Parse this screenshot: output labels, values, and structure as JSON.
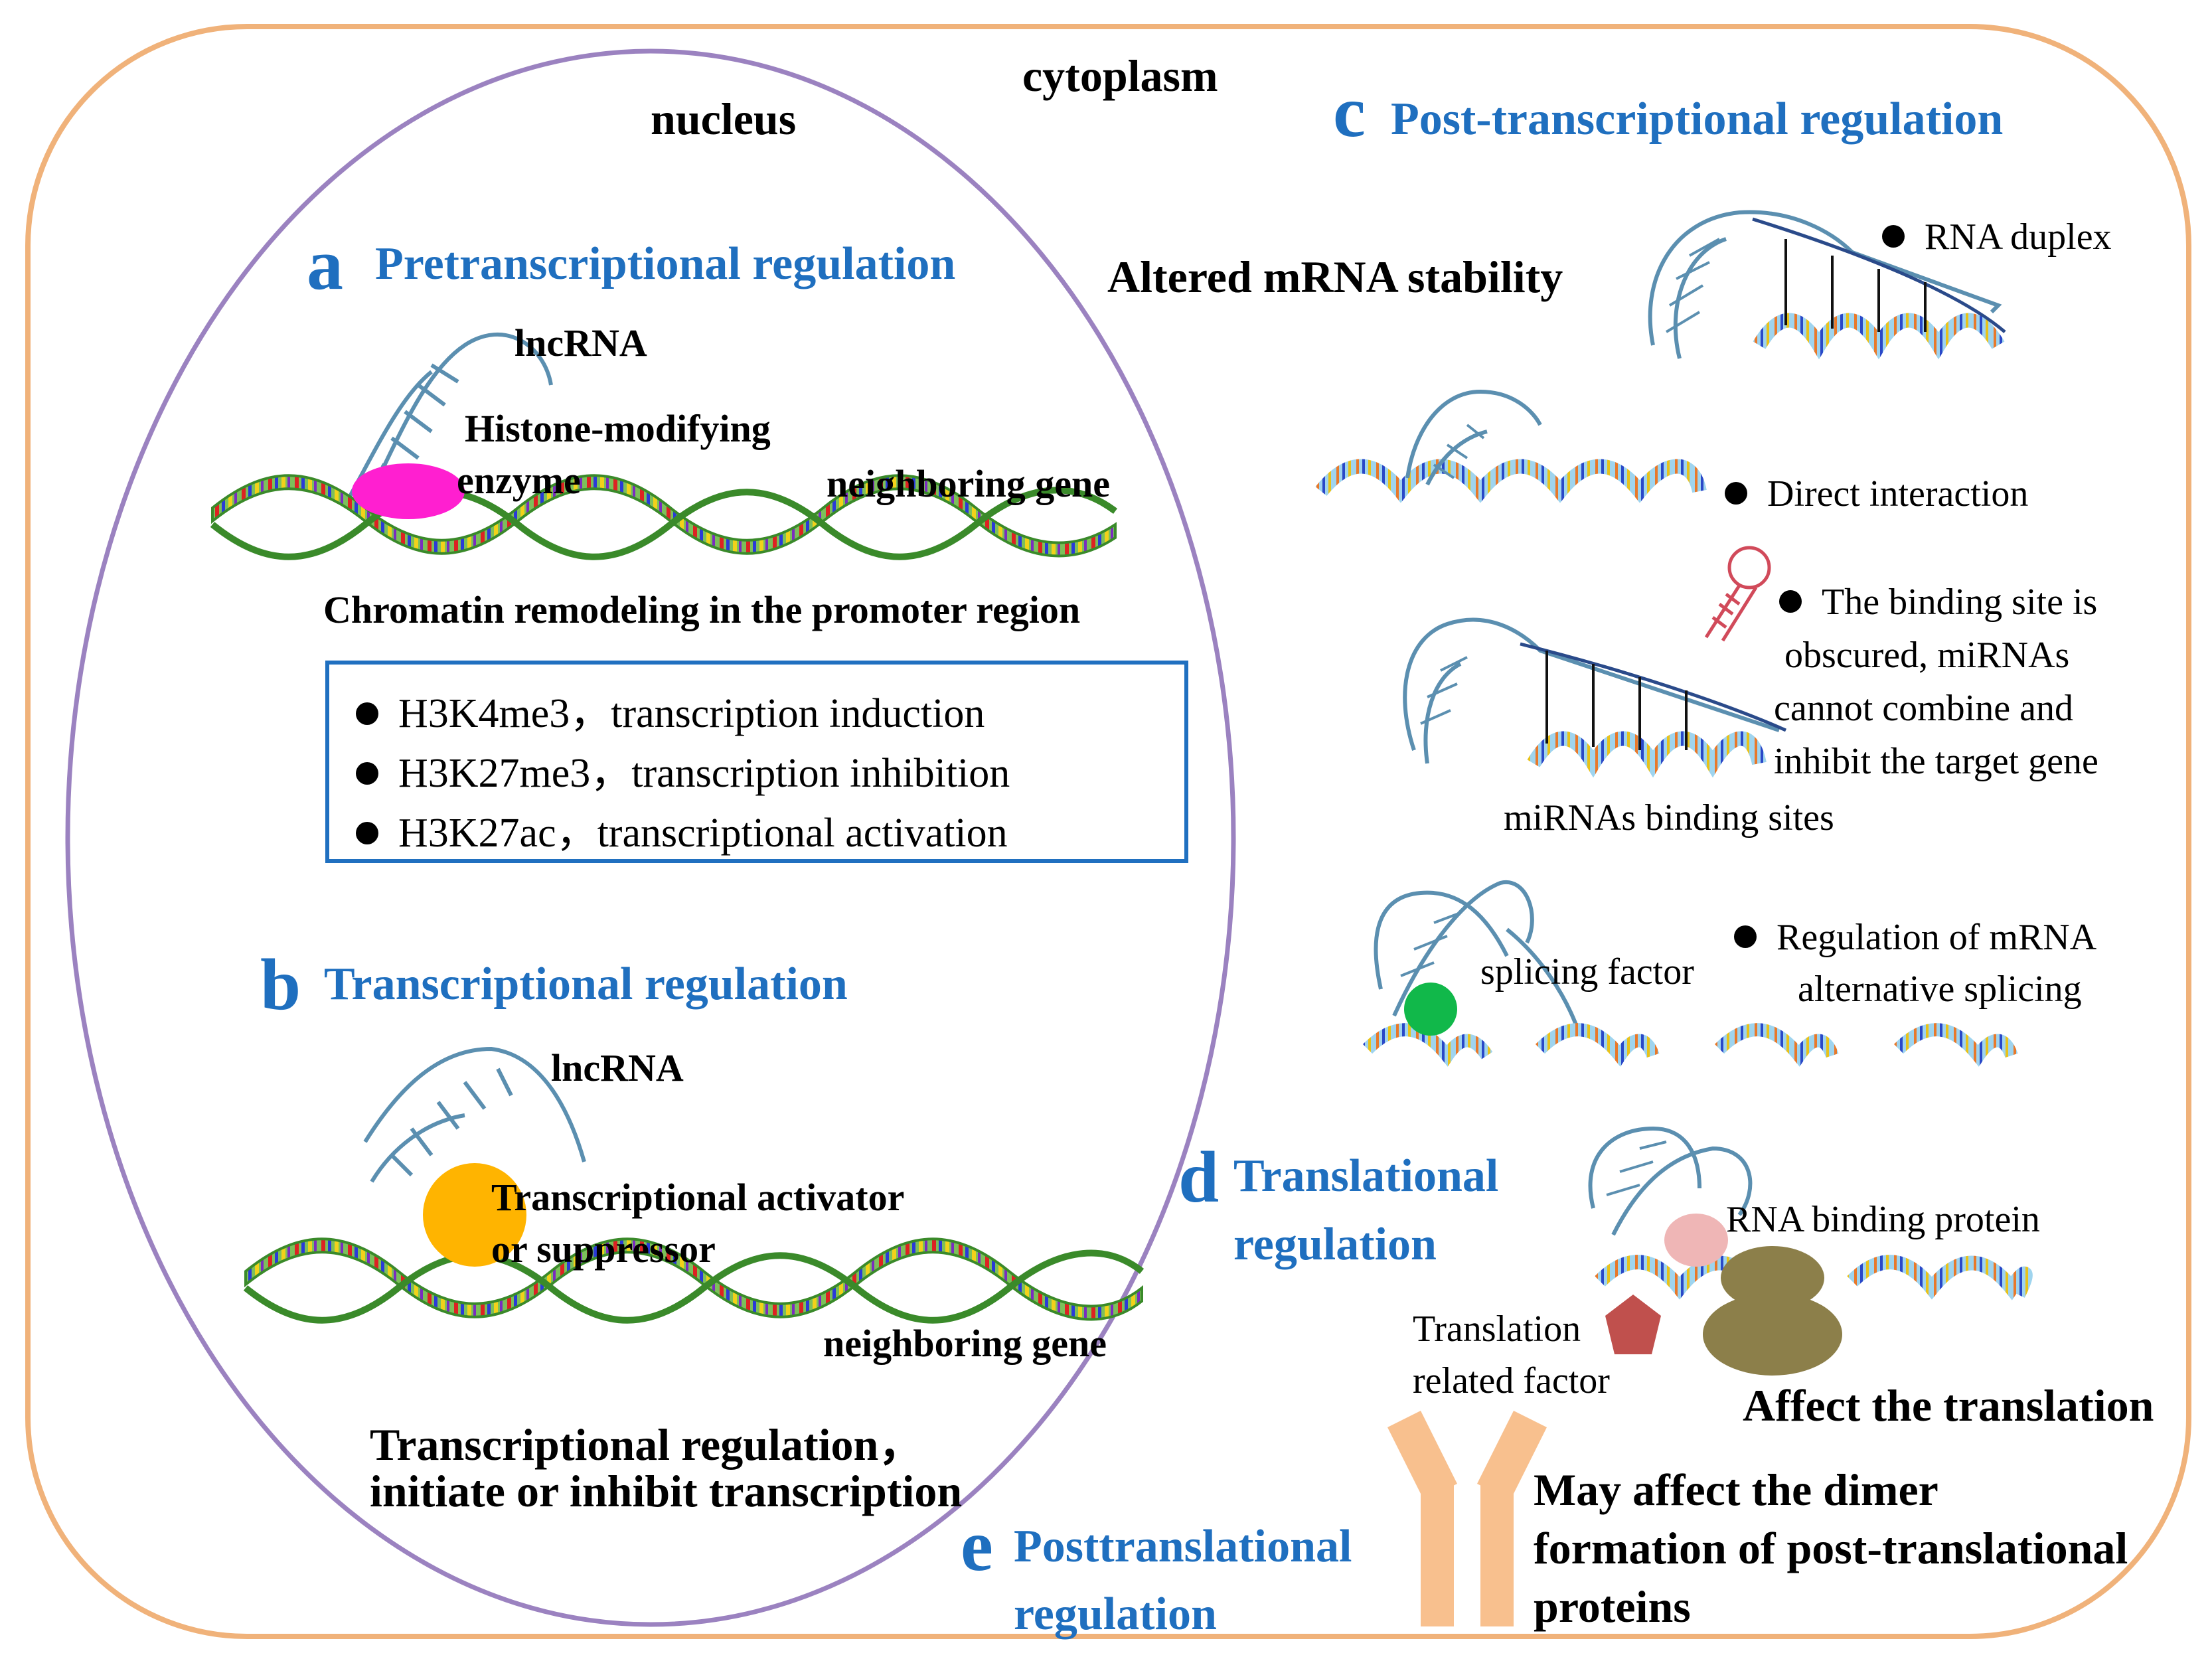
{
  "regions": {
    "cytoplasm": "cytoplasm",
    "nucleus": "nucleus"
  },
  "sections": {
    "a": {
      "letter": "a",
      "title": "Pretranscriptional regulation"
    },
    "b": {
      "letter": "b",
      "title": "Transcriptional regulation"
    },
    "c": {
      "letter": "c",
      "title": "Post-transcriptional regulation"
    },
    "d": {
      "letter": "d",
      "title_line1": "Translational",
      "title_line2": "regulation"
    },
    "e": {
      "letter": "e",
      "title_line1": "Posttranslational",
      "title_line2": "regulation"
    }
  },
  "panel_a": {
    "lncrna": "lncRNA",
    "enzyme_line1": "Histone-modifying",
    "enzyme_line2": "enzyme",
    "gene": "neighboring gene",
    "caption": "Chromatin remodeling in the promoter region",
    "marks": [
      "H3K4me3，transcription induction",
      "H3K27me3，transcription inhibition",
      "H3K27ac，transcriptional activation"
    ]
  },
  "panel_b": {
    "lncrna": "lncRNA",
    "factor_line1": "Transcriptional activator",
    "factor_line2": "or suppressor",
    "gene": "neighboring gene",
    "caption_line1": "Transcriptional regulation，",
    "caption_line2": "initiate or inhibit transcription"
  },
  "panel_c": {
    "stability": "Altered mRNA stability",
    "duplex": "RNA duplex",
    "direct": "Direct interaction",
    "binding_line1": "The binding site is",
    "binding_line2": "obscured, miRNAs",
    "binding_line3": "cannot combine and",
    "binding_line4": "inhibit the target gene",
    "mirna_sites": "miRNAs binding sites",
    "splicing_factor": "splicing factor",
    "splicing_line1": "Regulation of mRNA",
    "splicing_line2": "alternative splicing"
  },
  "panel_d": {
    "rbp": "RNA binding protein",
    "trans_line1": "Translation",
    "trans_line2": "related factor",
    "affect": "Affect the translation"
  },
  "panel_e": {
    "line1": "May affect the dimer",
    "line2": "formation of post-translational",
    "line3": "proteins"
  },
  "colors": {
    "cell_border": "#f0b27a",
    "nucleus_border": "#9b82c0",
    "section_title": "#1f6fbf",
    "box_border": "#2070c0",
    "enzyme": "#ff1fd0",
    "activator": "#ffb400",
    "splicing_factor": "#11b84a",
    "rbp": "#efb6b6",
    "ribosome": "#8c7f4a",
    "translation_factor": "#c0504d",
    "dimer": "#f8c08e",
    "mirna": "#d14a5a",
    "dna_green": "#5aa640",
    "rna_blue": "#5b8fb0"
  }
}
